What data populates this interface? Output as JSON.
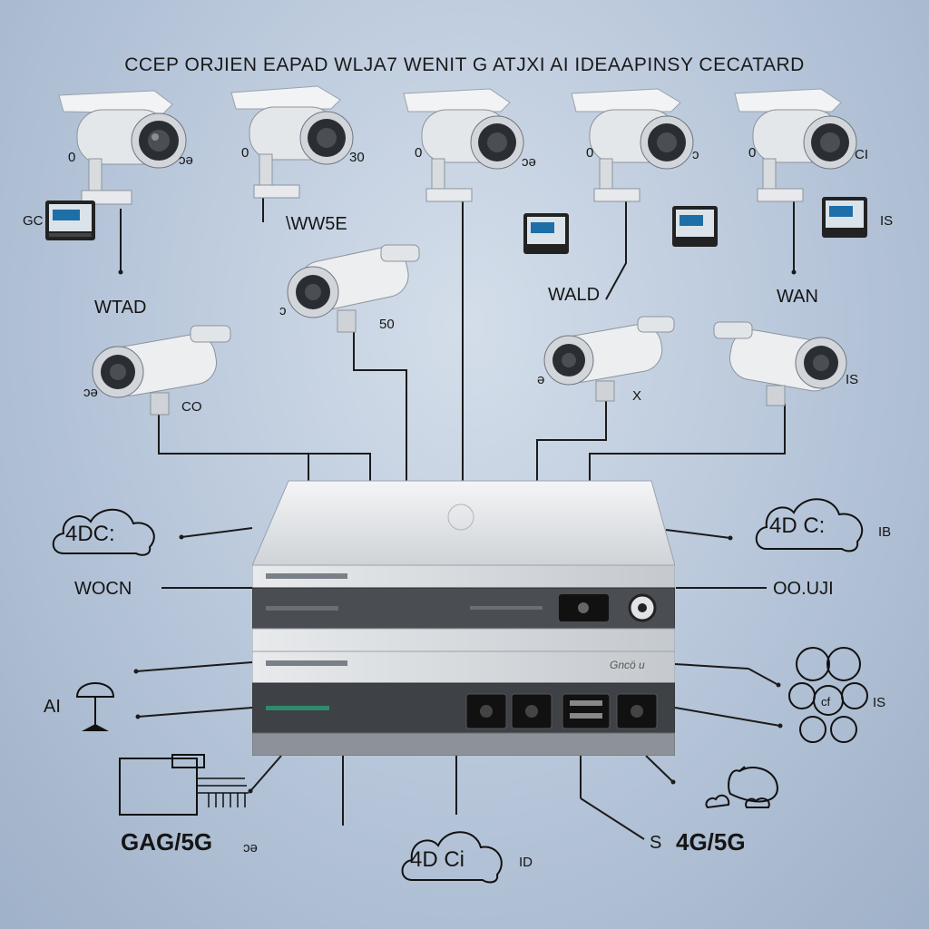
{
  "title": "CCEP ORJIEN EAPAD WLJA7 WENIT G ATJXI AI IDEAAPINSY CECATARD",
  "camera_labels": {
    "c1_left": "0",
    "c1_right": "ɔə",
    "c2_left": "0",
    "c2_right": "30",
    "c3_left": "0",
    "c3_right": "ɔə",
    "c4_left": "0",
    "c4_right": "ɔ",
    "c5_left": "0",
    "c5_right": "CI",
    "c6_left": "ɔ",
    "c6_right": "50",
    "c7_left": "ɔə",
    "c7_right": "CO",
    "c8_left": "ə",
    "c8_right": "X",
    "c9_right": "IS"
  },
  "wire_labels": {
    "wtad": "WTAD",
    "wwse": "\\WW5E",
    "wald": "WALD",
    "wan": "WAN",
    "gc": "GC",
    "is_top": "IS",
    "wocn": "WOCN",
    "oouji": "OO.UJI",
    "ai": "AI",
    "is_right": "IS",
    "ib": "IB",
    "id_bottom": "ID",
    "gag5g": "GAG/5G",
    "gag5g_suffix": "ɔə",
    "s4g5g_prefix": "S",
    "s4g5g": "4G/5G"
  },
  "clouds": {
    "left": "4DC:",
    "right": "4D C:",
    "bottom": "4D Ci"
  },
  "dvr": {
    "badge": "Gncö u"
  }
}
